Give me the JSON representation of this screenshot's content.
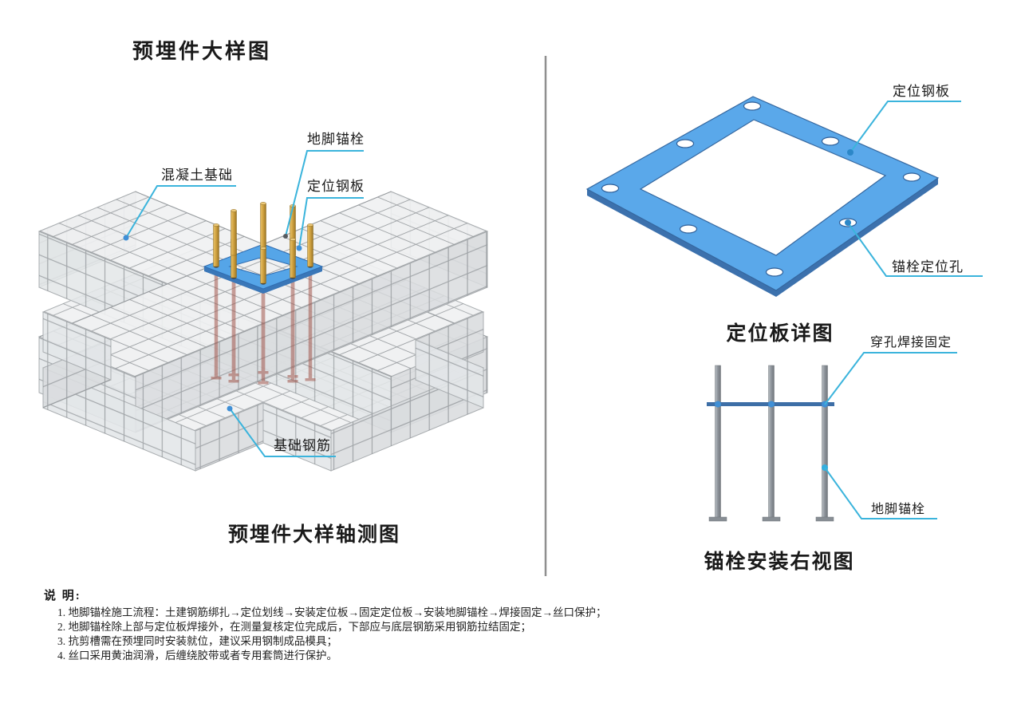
{
  "title": "预埋件大样图",
  "left_diagram": {
    "caption": "预埋件大样轴测图",
    "labels": {
      "concrete_foundation": "混凝土基础",
      "anchor_bolt": "地脚锚栓",
      "positioning_plate": "定位钢板",
      "foundation_rebar": "基础钢筋"
    }
  },
  "plate_diagram": {
    "caption": "定位板详图",
    "labels": {
      "positioning_plate": "定位钢板",
      "bolt_hole": "锚栓定位孔"
    }
  },
  "side_diagram": {
    "caption": "锚栓安装右视图",
    "labels": {
      "weld_fix": "穿孔焊接固定",
      "anchor_bolt": "地脚锚栓"
    }
  },
  "notes": {
    "heading": "说 明:",
    "items": [
      "1. 地脚锚栓施工流程：土建钢筋绑扎→定位划线→安装定位板→固定定位板→安装地脚锚栓→焊接固定→丝口保护；",
      "2. 地脚锚栓除上部与定位板焊接外，在测量复核定位完成后，下部应与底层钢筋采用钢筋拉结固定；",
      "3. 抗剪槽需在预埋同时安装就位，建议采用钢制成品模具；",
      "4. 丝口采用黄油润滑，后缠绕胶带或者专用套筒进行保护。"
    ]
  },
  "colors": {
    "leader_line": "#3bb4dc",
    "marker_dot": "#3f8fd6",
    "plate_blue": "#5aa8ea",
    "plate_edge": "#35679f",
    "bolt_gold": "#cfa13f",
    "anchor_red": "#a2574d",
    "concrete": "#e9ecee",
    "rebar": "#7b8084",
    "divider": "#8f8f8f"
  }
}
